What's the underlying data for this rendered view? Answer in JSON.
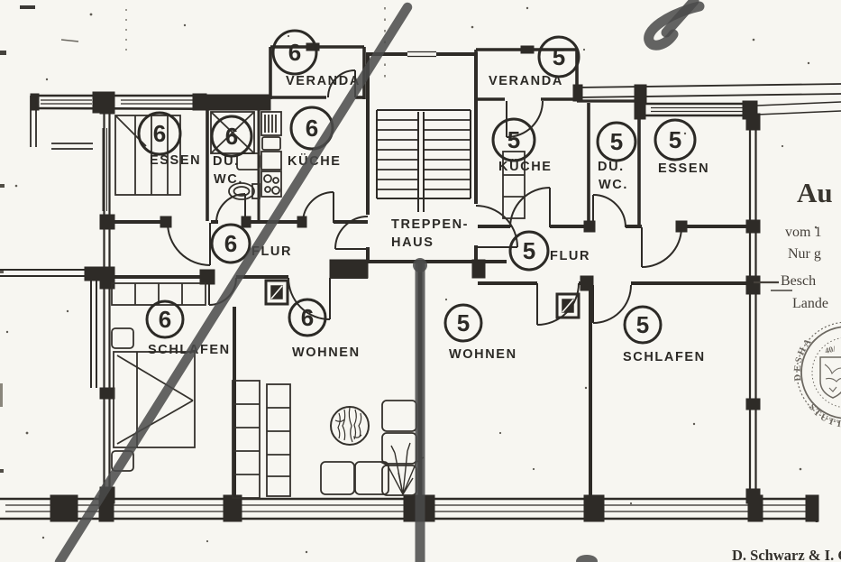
{
  "plan": {
    "units": {
      "left_unit_number": "6",
      "right_unit_number": "5"
    },
    "rooms": {
      "veranda": "VERANDA",
      "essen": "ESSEN",
      "du": "DU.",
      "wc": "WC.",
      "kueche": "KÜCHE",
      "flur": "FLUR",
      "treppenhaus_line1": "TREPPEN-",
      "treppenhaus_line2": "HAUS",
      "schlafen": "SCHLAFEN",
      "wohnen": "WOHNEN"
    }
  },
  "margin_text": {
    "heading_fragment": "Au",
    "line_vom": "vom 1",
    "line_nur": "Nur g",
    "line_besch": "Besch",
    "line_lande": "Lande"
  },
  "stamp": {
    "arc_top_fragment": "DESHA",
    "inner_fragment": "40/",
    "arc_bottom_fragment": "STUTT"
  },
  "signature_fragment": "D. Schwarz & I. G",
  "colors": {
    "paper": "#f7f6f1",
    "ink": "#2e2b27",
    "marker": "#4a4a4a"
  }
}
